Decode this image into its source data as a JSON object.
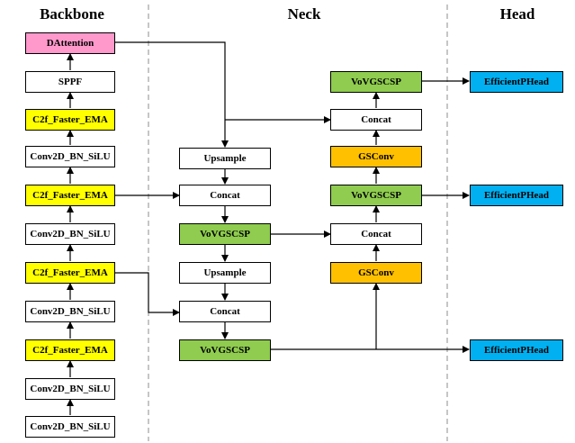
{
  "sections": {
    "backbone": "Backbone",
    "neck": "Neck",
    "head": "Head"
  },
  "colors": {
    "white": "#ffffff",
    "pink": "#ff99cc",
    "yellow": "#ffff00",
    "green": "#8fcc4f",
    "orange": "#ffc000",
    "blue": "#00b0f0",
    "line": "#000000",
    "divider": "#8c8c8c"
  },
  "backbone": {
    "dattention": "DAttention",
    "sppf": "SPPF",
    "c2f_1": "C2f_Faster_EMA",
    "conv_1": "Conv2D_BN_SiLU",
    "c2f_2": "C2f_Faster_EMA",
    "conv_2": "Conv2D_BN_SiLU",
    "c2f_3": "C2f_Faster_EMA",
    "conv_3": "Conv2D_BN_SiLU",
    "c2f_4": "C2f_Faster_EMA",
    "conv_4": "Conv2D_BN_SiLU",
    "conv_5": "Conv2D_BN_SiLU"
  },
  "neck": {
    "upsample_1": "Upsample",
    "concat_1": "Concat",
    "vovgscsp_1": "VoVGSCSP",
    "upsample_2": "Upsample",
    "concat_2": "Concat",
    "vovgscsp_2": "VoVGSCSP",
    "vovgscsp_top": "VoVGSCSP",
    "concat_top": "Concat",
    "gsconv_1": "GSConv",
    "vovgscsp_mid": "VoVGSCSP",
    "concat_mid": "Concat",
    "gsconv_2": "GSConv"
  },
  "head": {
    "head_1": "EfficientPHead",
    "head_2": "EfficientPHead",
    "head_3": "EfficientPHead"
  }
}
